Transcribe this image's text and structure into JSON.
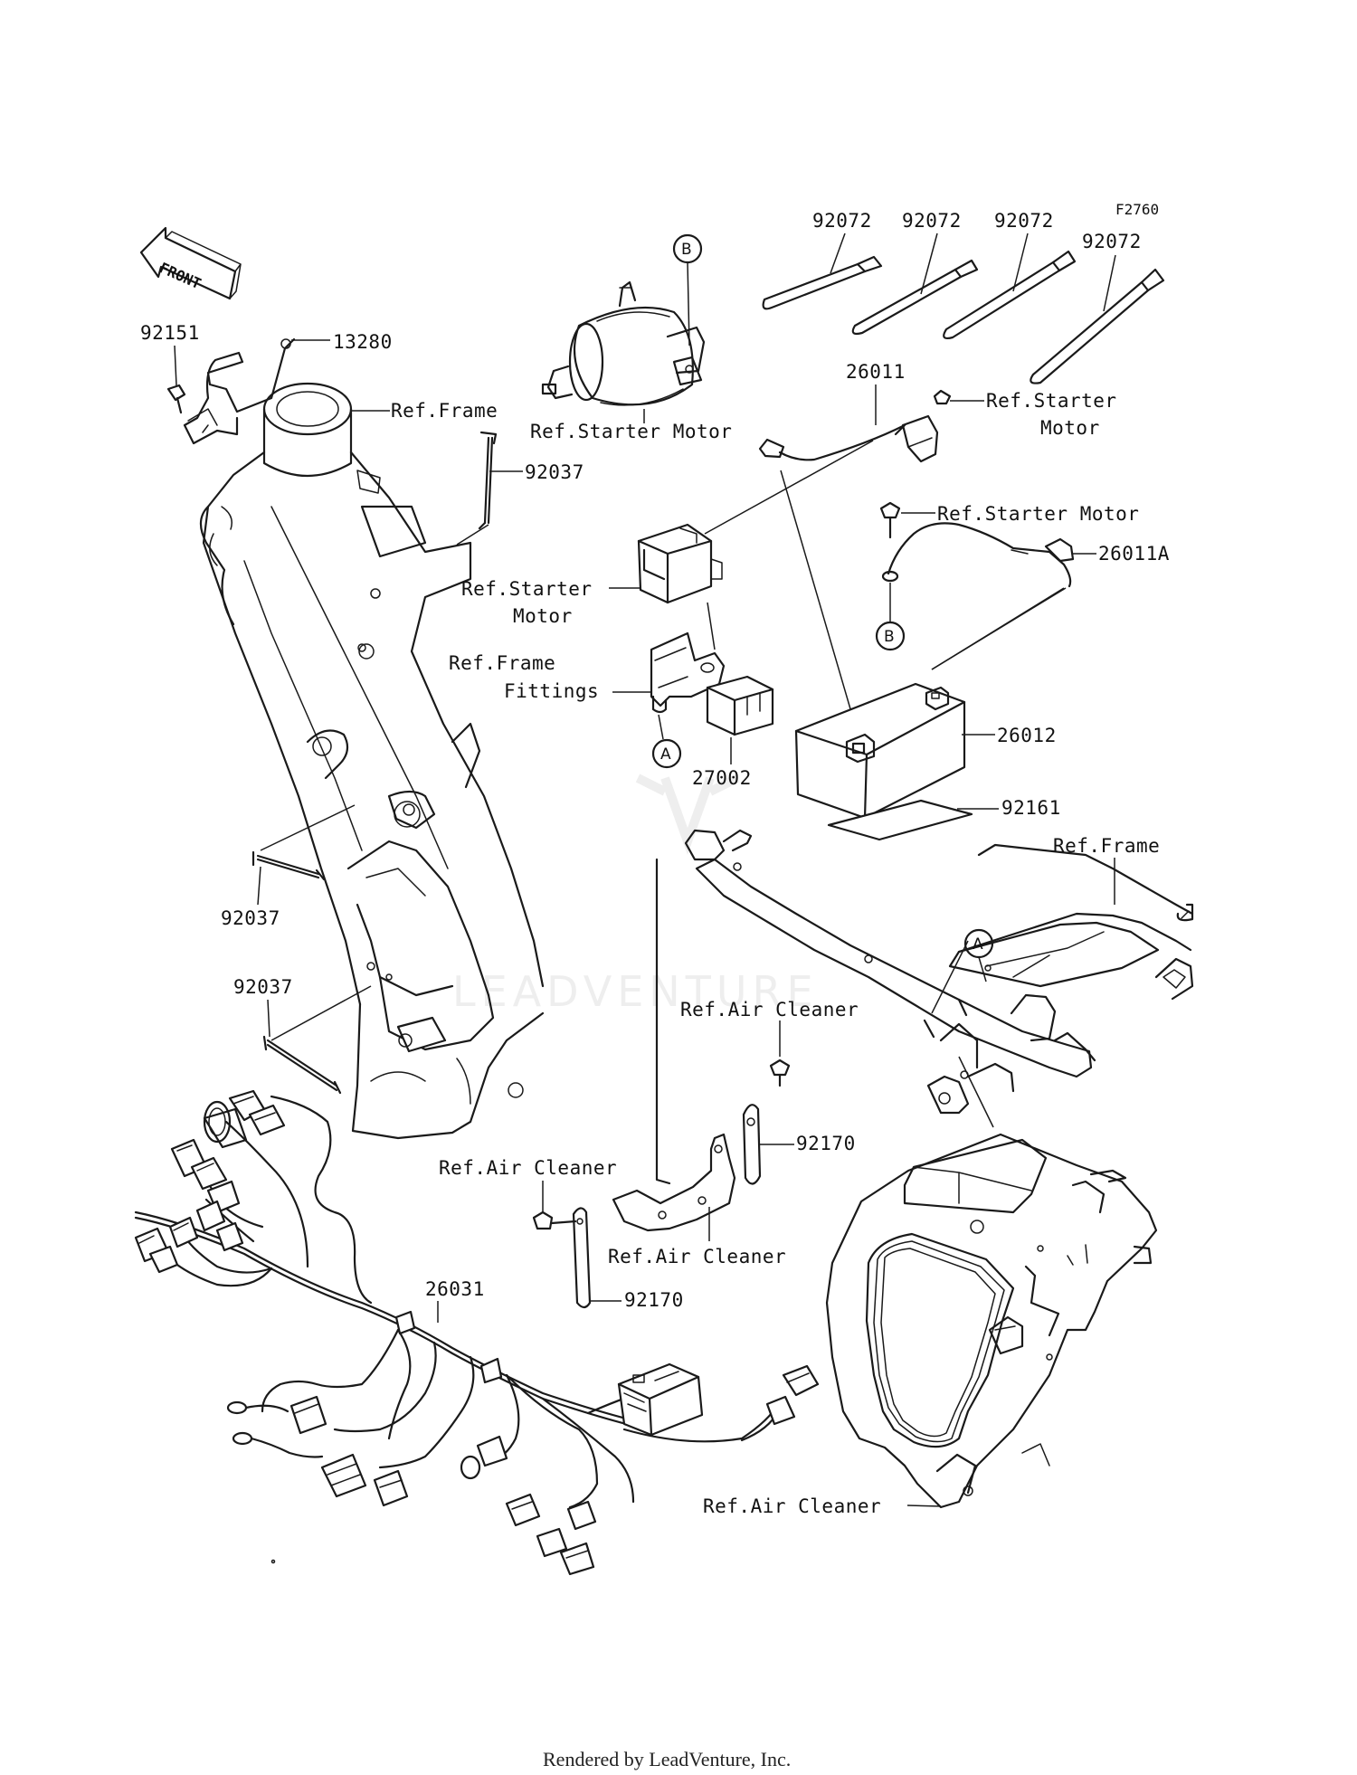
{
  "figure_code": "F2760",
  "front_arrow": "FRONT",
  "footer": "Rendered by LeadVenture, Inc.",
  "watermark": "LEADVENTURE",
  "labels": {
    "p92072_1": "92072",
    "p92072_2": "92072",
    "p92072_3": "92072",
    "p92072_4": "92072",
    "p92151": "92151",
    "p13280": "13280",
    "ref_frame_top": "Ref.Frame",
    "ref_starter_motor_top": "Ref.Starter Motor",
    "p26011": "26011",
    "ref_starter_motor_r1a": "Ref.Starter",
    "ref_starter_motor_r1b": "Motor",
    "p92037_top": "92037",
    "ref_starter_motor_r2": "Ref.Starter Motor",
    "p26011A": "26011A",
    "ref_starter_motor_relay_a": "Ref.Starter",
    "ref_starter_motor_relay_b": "Motor",
    "ref_frame_fittings_a": "Ref.Frame",
    "ref_frame_fittings_b": "Fittings",
    "p26012": "26012",
    "p27002": "27002",
    "p92161": "92161",
    "ref_frame_right": "Ref.Frame",
    "p92037_mid": "92037",
    "p92037_low": "92037",
    "ref_air_cleaner_1": "Ref.Air Cleaner",
    "p92170_top": "92170",
    "ref_air_cleaner_2": "Ref.Air Cleaner",
    "ref_air_cleaner_3": "Ref.Air Cleaner",
    "p26031": "26031",
    "p92170_low": "92170",
    "ref_air_cleaner_4": "Ref.Air Cleaner"
  },
  "callouts": {
    "A1": "A",
    "A2": "A",
    "B1": "B",
    "B2": "B"
  }
}
